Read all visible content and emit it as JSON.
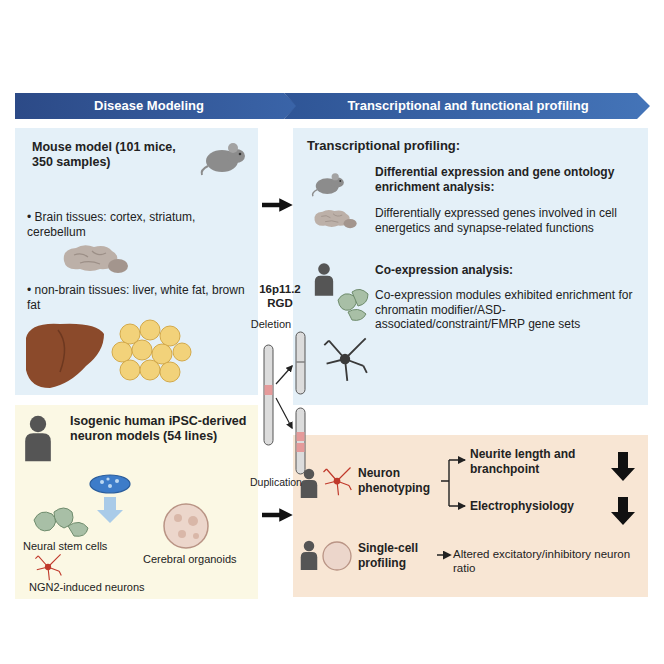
{
  "diagram": {
    "nodes": [
      {
        "text": [
          "Disease Modeling"
        ]
      },
      {
        "text": [
          "Transcriptional and functional profiling"
        ]
      },
      {
        "text": [
          "Mouse model (101 mice, 350 samples)",
          "• Brain tissues: cortex, striatum, cerebellum",
          "• non-brain tissues: liver, white fat, brown fat"
        ]
      },
      {
        "text": [
          "Isogenic human iPSC-derived neuron models (54 lines)",
          "Neural stem cells",
          "Cerebral organoids",
          "NGN2-induced neurons"
        ]
      },
      {
        "text": [
          "Transcriptional profiling:",
          "Differential expression and gene ontology enrichment analysis:",
          "Differentially expressed genes involved in cell energetics and synapse-related functions",
          "Co-expression analysis:",
          "Co-expression modules exhibited enrichment for chromatin modifier/ASD-associated/constraint/FMRP gene sets"
        ]
      },
      {
        "text": [
          "Neuron phenotyping",
          "Neurite length and branchpoint",
          "Electrophysiology",
          "Single-cell profiling",
          "Altered excitatory/inhibitory neuron ratio"
        ]
      }
    ],
    "edges": [
      {
        "from": 2,
        "to": 4,
        "arrow": "to"
      },
      {
        "from": 3,
        "to": 5,
        "arrow": "to"
      }
    ],
    "labels": [
      "16p11.2 RGD",
      "Deletion",
      "Duplication"
    ]
  }
}
